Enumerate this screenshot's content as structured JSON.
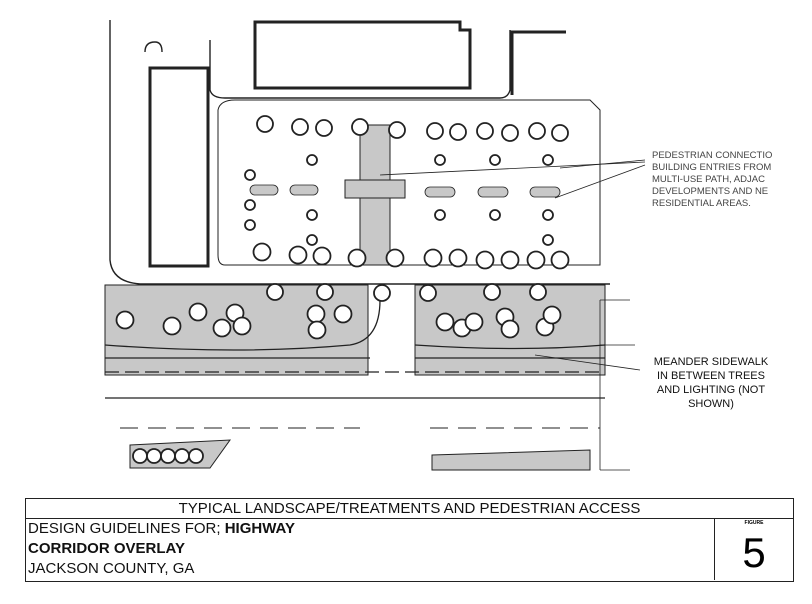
{
  "callouts": {
    "pedestrian": [
      "PEDESTRIAN CONNECTIO",
      "BUILDING ENTRIES FROM",
      "MULTI-USE PATH, ADJAC",
      "DEVELOPMENTS AND NE",
      "RESIDENTIAL AREAS."
    ],
    "sidewalk": [
      "MEANDER SIDEWALK",
      "IN BETWEEN TREES",
      "AND LIGHTING (NOT",
      "SHOWN)"
    ]
  },
  "title_block": {
    "heading": "TYPICAL LANDSCAPE/TREATMENTS AND PEDESTRIAN ACCESS",
    "line1_prefix": "DESIGN GUIDELINES FOR; ",
    "line1_bold": "HIGHWAY",
    "line2": "CORRIDOR OVERLAY",
    "line3": "JACKSON COUNTY, GA",
    "figure_label": "FIGURE",
    "figure_number": "5"
  },
  "colors": {
    "fill_grey": "#c8c8c8",
    "ink": "#222222"
  }
}
